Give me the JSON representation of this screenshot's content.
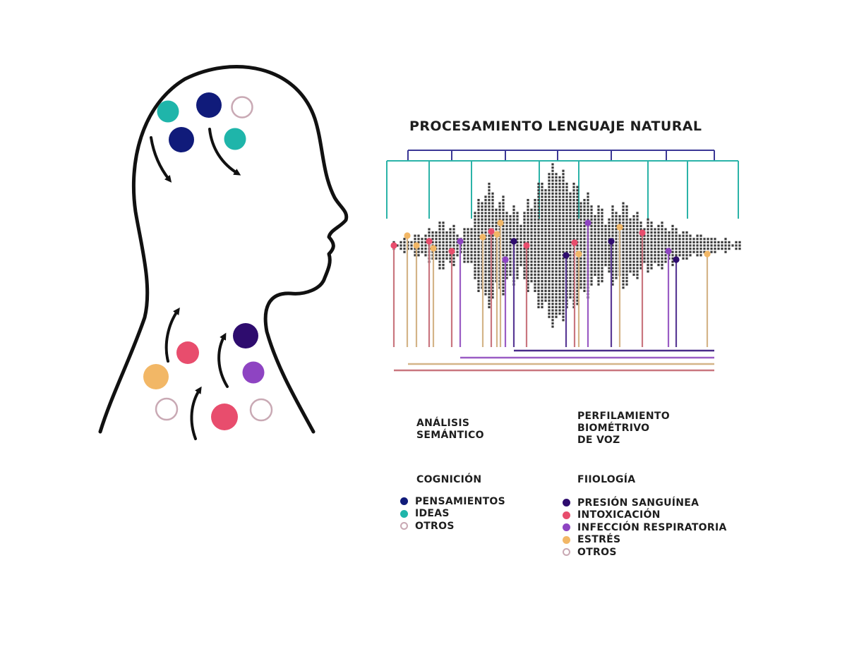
{
  "title": "PROCESAMIENTO LENGUAJE NATURAL",
  "section_semantic": [
    "ANÁLISIS",
    "SEMÁNTICO"
  ],
  "section_biometric": [
    "PERFILAMIENTO",
    "BIOMÉTRIVO",
    "DE VOZ"
  ],
  "cognition": {
    "heading": "COGNICIÓN",
    "items": [
      {
        "label": "PENSAMIENTOS",
        "color": "#101b7a",
        "hollow": false
      },
      {
        "label": "IDEAS",
        "color": "#1fb5aa",
        "hollow": false
      },
      {
        "label": "OTROS",
        "color": "#c9a9b4",
        "hollow": true
      }
    ]
  },
  "physiology": {
    "heading": "FIIOLOGÍA",
    "items": [
      {
        "label": "PRESIÓN SANGUÍNEA",
        "color": "#2e0c6e",
        "hollow": false
      },
      {
        "label": "INTOXICACIÓN",
        "color": "#e84d6d",
        "hollow": false
      },
      {
        "label": "INFECCIÓN RESPIRATORIA",
        "color": "#8e44c2",
        "hollow": false
      },
      {
        "label": "ESTRÉS",
        "color": "#f2b766",
        "hollow": false
      },
      {
        "label": "OTROS",
        "color": "#c9a9b4",
        "hollow": true
      }
    ]
  }
}
